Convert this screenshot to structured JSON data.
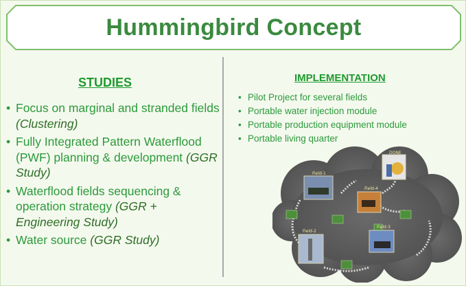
{
  "title": "Hummingbird Concept",
  "studies": {
    "heading": "STUDIES",
    "items": [
      {
        "text": "Focus on marginal and stranded fields ",
        "note": "(Clustering)"
      },
      {
        "text": "Fully Integrated Pattern Waterflood (PWF) planning & development ",
        "note": "(GGR Study)"
      },
      {
        "text": "Waterflood fields sequencing & operation strategy ",
        "note": "(GGR + Engineering Study)"
      },
      {
        "text": "Water source ",
        "note": "(GGR Study)"
      }
    ]
  },
  "implementation": {
    "heading": "IMPLEMENTATION",
    "items": [
      "Pilot Project for several fields",
      "Portable water injection module",
      "Portable production equipment module",
      "Portable living quarter"
    ]
  },
  "diagram": {
    "fields": [
      "Field-1",
      "Field-4",
      "Field-2",
      "Field-3"
    ],
    "goal_label": "DONE",
    "colors": {
      "cloud": "#5f5f5f",
      "arrow": "#d9d9d9",
      "module_icon": "#4e8f3c"
    }
  },
  "colors": {
    "title": "#3a8a3e",
    "text": "#2b9a3a",
    "note": "#2f6e27",
    "background": "#f4f9ee"
  }
}
